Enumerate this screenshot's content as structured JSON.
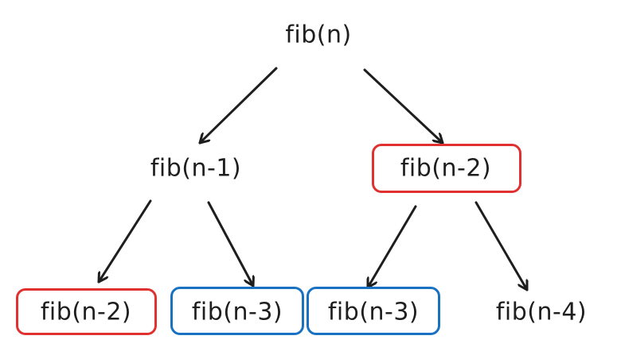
{
  "colors": {
    "highlight_red": "#e03131",
    "highlight_blue": "#1971c2",
    "ink": "#1e1e1e"
  },
  "nodes": {
    "root": "fib(n)",
    "left": "fib(n-1)",
    "right": "fib(n-2)",
    "left_left": "fib(n-2)",
    "left_right": "fib(n-3)",
    "right_left": "fib(n-3)",
    "right_right": "fib(n-4)"
  }
}
